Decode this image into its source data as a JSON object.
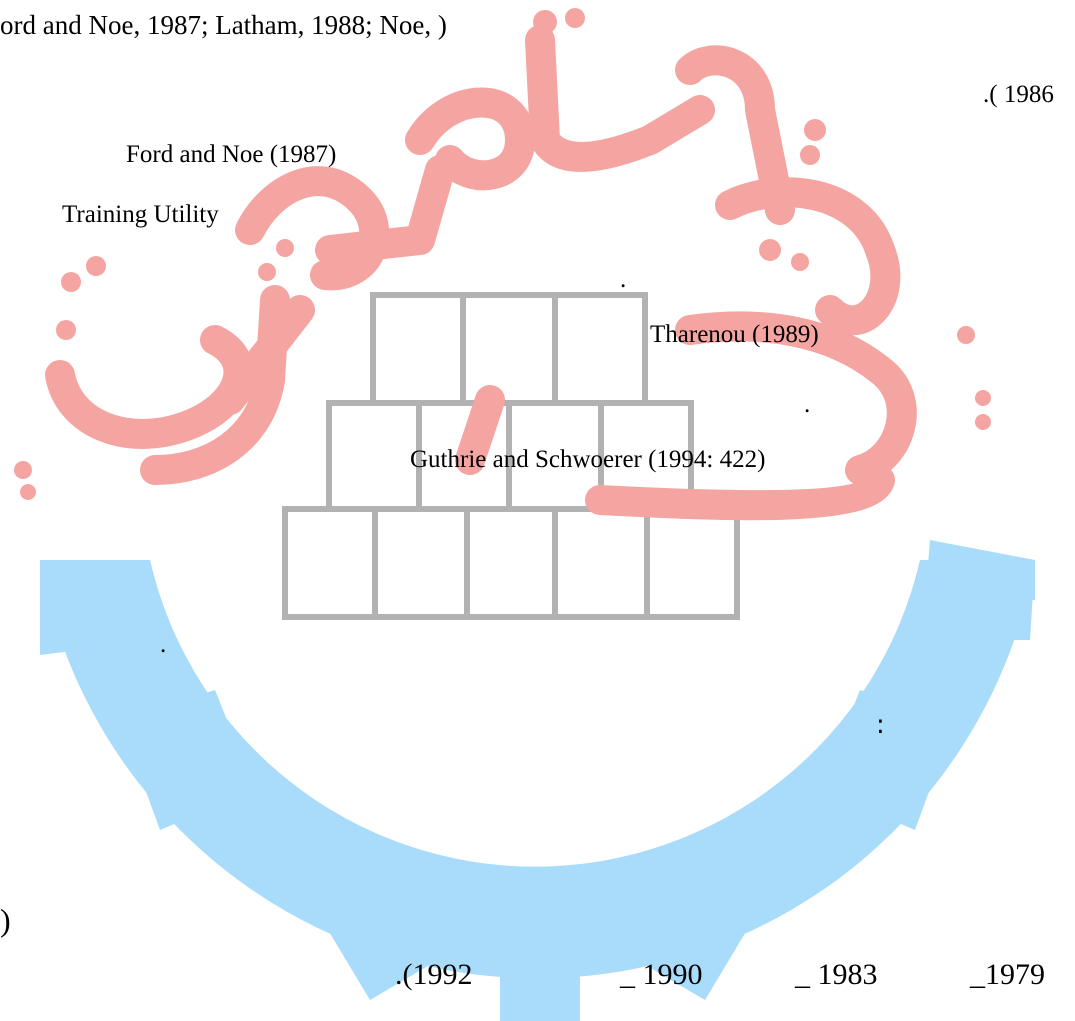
{
  "lines": {
    "citation_top": "ord and Noe, 1987; Latham, 1988; Noe, )",
    "year_1986": ".( 1986",
    "ford_noe": "Ford and Noe (1987)",
    "training_utility": "Training Utility",
    "dot_a": ".",
    "tharenou": "Tharenou (1989)",
    "dot_b": ".",
    "guthrie": "Guthrie  and  Schwoerer (1994:  422)",
    "dot_c": ".",
    "colon": ":",
    "paren_left": ")",
    "year_1992": ".(1992",
    "year_1990": "_ 1990",
    "year_1983": "_ 1983",
    "year_1979": "_1979"
  },
  "watermark": {
    "description_icon": "university-gear-logo-icon",
    "colors": {
      "red": "#f4a5a2",
      "blue": "#a9dcfa",
      "gray": "#b2b2b2"
    }
  }
}
